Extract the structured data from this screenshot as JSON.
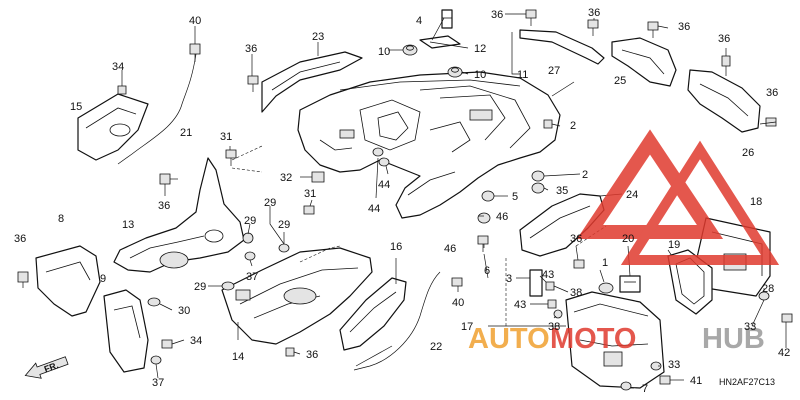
{
  "diagram": {
    "diagram_code": "HN2AF27C13",
    "watermark": {
      "brand_part1": "AUTO",
      "brand_part2": "MOTO",
      "brand_part3": "HUB",
      "color_red": "#e03a2e",
      "color_orange": "#f0a030",
      "color_gray": "#9a9a9a"
    },
    "front_arrow": "FR.",
    "callouts": [
      {
        "id": "c40a",
        "label": "40"
      },
      {
        "id": "c34a",
        "label": "34"
      },
      {
        "id": "c15",
        "label": "15"
      },
      {
        "id": "c21",
        "label": "21"
      },
      {
        "id": "c36a",
        "label": "36"
      },
      {
        "id": "c23",
        "label": "23"
      },
      {
        "id": "c4",
        "label": "4"
      },
      {
        "id": "c36b",
        "label": "36"
      },
      {
        "id": "c10a",
        "label": "10"
      },
      {
        "id": "c12",
        "label": "12"
      },
      {
        "id": "c10b",
        "label": "10"
      },
      {
        "id": "c11",
        "label": "11"
      },
      {
        "id": "c27",
        "label": "27"
      },
      {
        "id": "c36c",
        "label": "36"
      },
      {
        "id": "c36d",
        "label": "36"
      },
      {
        "id": "c25",
        "label": "25"
      },
      {
        "id": "c36e",
        "label": "36"
      },
      {
        "id": "c36f",
        "label": "36"
      },
      {
        "id": "c26",
        "label": "26"
      },
      {
        "id": "c2a",
        "label": "2"
      },
      {
        "id": "c31a",
        "label": "31"
      },
      {
        "id": "c32",
        "label": "32"
      },
      {
        "id": "c31b",
        "label": "31"
      },
      {
        "id": "c36g",
        "label": "36"
      },
      {
        "id": "c44a",
        "label": "44"
      },
      {
        "id": "c44b",
        "label": "44"
      },
      {
        "id": "c2b",
        "label": "2"
      },
      {
        "id": "c35",
        "label": "35"
      },
      {
        "id": "c5",
        "label": "5"
      },
      {
        "id": "c24",
        "label": "24"
      },
      {
        "id": "c18",
        "label": "18"
      },
      {
        "id": "c8",
        "label": "8"
      },
      {
        "id": "c13",
        "label": "13"
      },
      {
        "id": "c29a",
        "label": "29"
      },
      {
        "id": "c29b",
        "label": "29"
      },
      {
        "id": "c29c",
        "label": "29"
      },
      {
        "id": "c37a",
        "label": "37"
      },
      {
        "id": "c46a",
        "label": "46"
      },
      {
        "id": "c46b",
        "label": "46"
      },
      {
        "id": "c36h",
        "label": "36"
      },
      {
        "id": "c20",
        "label": "20"
      },
      {
        "id": "c19",
        "label": "19"
      },
      {
        "id": "c36i",
        "label": "36"
      },
      {
        "id": "c9",
        "label": "9"
      },
      {
        "id": "c16",
        "label": "16"
      },
      {
        "id": "c6",
        "label": "6"
      },
      {
        "id": "c3",
        "label": "3"
      },
      {
        "id": "c43a",
        "label": "43"
      },
      {
        "id": "c1",
        "label": "1"
      },
      {
        "id": "c28",
        "label": "28"
      },
      {
        "id": "c43b",
        "label": "43"
      },
      {
        "id": "c38a",
        "label": "38"
      },
      {
        "id": "c29d",
        "label": "29"
      },
      {
        "id": "c30",
        "label": "30"
      },
      {
        "id": "c40b",
        "label": "40"
      },
      {
        "id": "c38b",
        "label": "38"
      },
      {
        "id": "c33a",
        "label": "33"
      },
      {
        "id": "c42",
        "label": "42"
      },
      {
        "id": "c14",
        "label": "14"
      },
      {
        "id": "c36j",
        "label": "36"
      },
      {
        "id": "c34b",
        "label": "34"
      },
      {
        "id": "c17",
        "label": "17"
      },
      {
        "id": "c22",
        "label": "22"
      },
      {
        "id": "c37b",
        "label": "37"
      },
      {
        "id": "c33b",
        "label": "33"
      },
      {
        "id": "c7",
        "label": "7"
      },
      {
        "id": "c41",
        "label": "41"
      }
    ]
  }
}
